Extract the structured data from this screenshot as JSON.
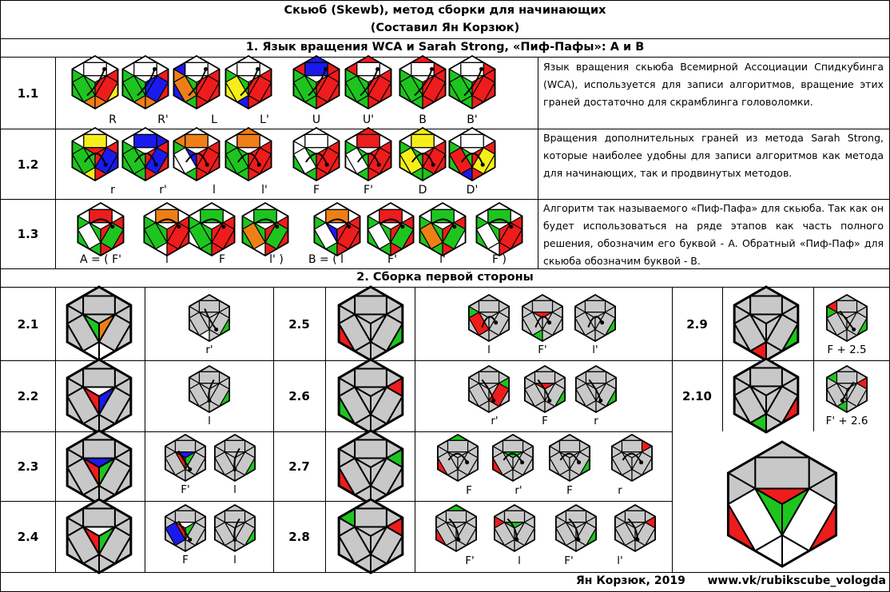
{
  "header": {
    "title": "Скьюб (Skewb), метод сборки для начинающих",
    "subtitle": "(Составил Ян Корзюк)"
  },
  "section1": {
    "title": "1. Язык вращения WCA и Sarah Strong, «Пиф-Пафы»: A и B",
    "rows": [
      {
        "label": "1.1",
        "moves": [
          "R",
          "R'",
          "L",
          "L'",
          "U",
          "U'",
          "B",
          "B'"
        ],
        "description": "Язык вращения скьюба Всемирной Ассоциации Спидкубинга (WCA), используется для записи алгоритмов, вращение этих граней достаточно для скрамблинга головоломки."
      },
      {
        "label": "1.2",
        "moves": [
          "r",
          "r'",
          "l",
          "l'",
          "F",
          "F'",
          "D",
          "D'"
        ],
        "description": "Вращения дополнительных граней из метода Sarah Strong, которые наиболее удобны для записи алгоритмов как метода для начинающих, так и продвинутых методов."
      },
      {
        "label": "1.3",
        "moves": [
          "A = ( F'",
          "l",
          "F",
          "l' )",
          "B = ( l",
          "F'",
          "l'",
          "F )"
        ],
        "description": "Алгоритм так называемого «Пиф-Пафа» для скьюба. Так как он будет использоваться на ряде этапов как часть полного решения, обозначим его буквой - A. Обратный «Пиф-Паф» для скьюба обозначим буквой - B."
      }
    ]
  },
  "section2": {
    "title": "2. Сборка первой стороны",
    "cases": [
      {
        "label": "2.1",
        "moves": [
          "r'"
        ]
      },
      {
        "label": "2.2",
        "moves": [
          "l"
        ]
      },
      {
        "label": "2.3",
        "moves": [
          "F'",
          "l"
        ]
      },
      {
        "label": "2.4",
        "moves": [
          "F",
          "l"
        ]
      },
      {
        "label": "2.5",
        "moves": [
          "l",
          "F'",
          "l'"
        ]
      },
      {
        "label": "2.6",
        "moves": [
          "r'",
          "F",
          "r"
        ]
      },
      {
        "label": "2.7",
        "moves": [
          "F",
          "r'",
          "F",
          "r"
        ]
      },
      {
        "label": "2.8",
        "moves": [
          "F'",
          "l",
          "F'",
          "l'"
        ]
      },
      {
        "label": "2.9",
        "moves": [
          "F + 2.5"
        ]
      },
      {
        "label": "2.10",
        "moves": [
          "F' + 2.6"
        ]
      }
    ]
  },
  "footer": {
    "author": "Ян Корзюк, 2019",
    "url": "www.vk/rubikscube_vologda"
  },
  "colors": {
    "green": "#1ec51e",
    "red": "#ee1c1c",
    "orange": "#ee7f16",
    "yellow": "#f5ee1a",
    "blue": "#1a1aee",
    "white": "#ffffff",
    "gray": "#c8c8c8"
  }
}
